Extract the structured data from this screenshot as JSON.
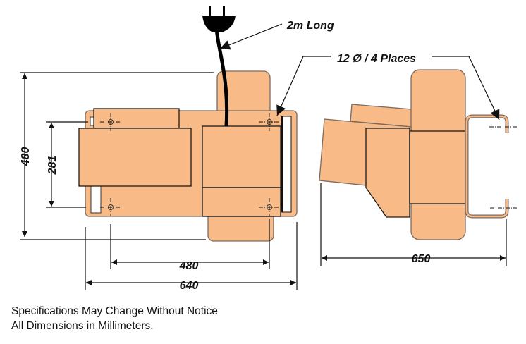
{
  "callouts": {
    "cable_length": "2m Long",
    "holes": "12 Ø / 4 Places"
  },
  "dimensions": {
    "overall_height": "480",
    "hole_spacing_vertical": "281",
    "hole_spacing_horizontal": "480",
    "overall_width": "640",
    "overall_depth": "650"
  },
  "notes": [
    "Specifications May Change Without Notice",
    "All Dimensions in Millimeters."
  ],
  "colors": {
    "body": "#F8BA87",
    "line": "#111111"
  }
}
